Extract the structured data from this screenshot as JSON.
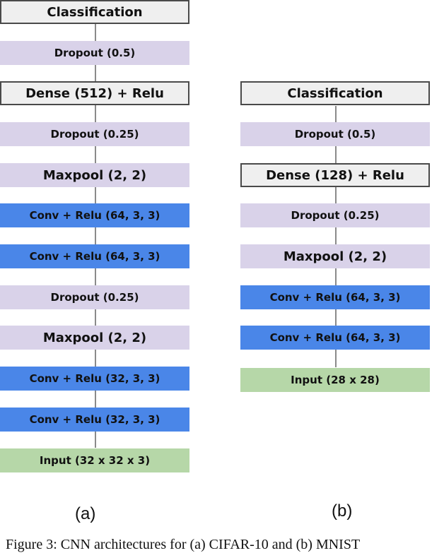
{
  "diagram_a": {
    "caption": "(a)",
    "layers": [
      {
        "label": "Classification",
        "type": "class"
      },
      {
        "label": "Dropout (0.5)",
        "type": "dropout"
      },
      {
        "label": "Dense (512) + Relu",
        "type": "dense"
      },
      {
        "label": "Dropout (0.25)",
        "type": "dropout"
      },
      {
        "label": "Maxpool (2, 2)",
        "type": "maxpool"
      },
      {
        "label": "Conv + Relu (64, 3, 3)",
        "type": "conv"
      },
      {
        "label": "Conv + Relu (64, 3, 3)",
        "type": "conv"
      },
      {
        "label": "Dropout (0.25)",
        "type": "dropout"
      },
      {
        "label": "Maxpool (2, 2)",
        "type": "maxpool"
      },
      {
        "label": "Conv + Relu (32, 3, 3)",
        "type": "conv"
      },
      {
        "label": "Conv + Relu (32, 3, 3)",
        "type": "conv"
      },
      {
        "label": "Input (32 x 32  x 3)",
        "type": "input"
      }
    ]
  },
  "diagram_b": {
    "caption": "(b)",
    "layers": [
      {
        "label": "Classification",
        "type": "class"
      },
      {
        "label": "Dropout (0.5)",
        "type": "dropout"
      },
      {
        "label": "Dense (128) + Relu",
        "type": "dense"
      },
      {
        "label": "Dropout (0.25)",
        "type": "dropout"
      },
      {
        "label": "Maxpool (2, 2)",
        "type": "maxpool"
      },
      {
        "label": "Conv + Relu (64, 3, 3)",
        "type": "conv"
      },
      {
        "label": "Conv + Relu (64, 3, 3)",
        "type": "conv"
      },
      {
        "label": "Input (28 x 28)",
        "type": "input"
      }
    ]
  },
  "colors": {
    "classification_fill": "#efefef",
    "dense_fill": "#efefef",
    "dropout_fill": "#d9d2e9",
    "maxpool_fill": "#d9d2e9",
    "conv_fill": "#4a86e8",
    "input_fill": "#b6d7a8",
    "connector": "#8a8a8a"
  },
  "footer_partial": "Figure 3: CNN architectures for (a) CIFAR-10 and (b) MNIST"
}
